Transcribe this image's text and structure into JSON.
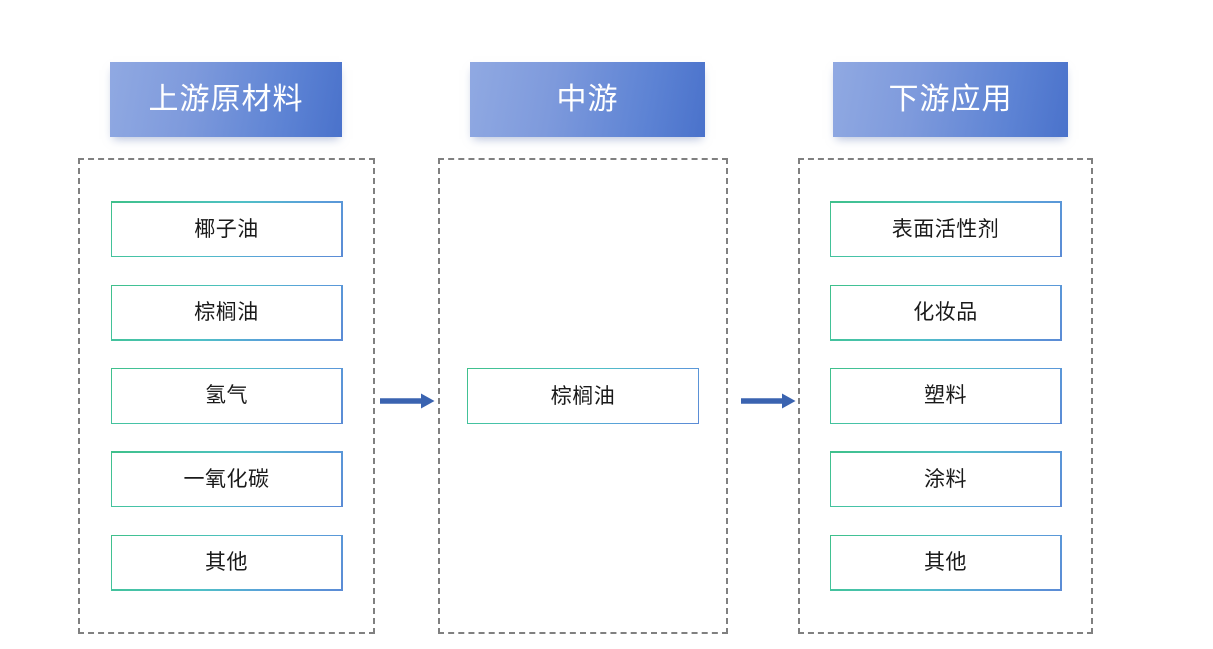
{
  "diagram": {
    "type": "value-chain-flow",
    "title_present": false,
    "accent_colors": {
      "header_gradient_start": "#90a9e2",
      "header_gradient_end": "#4a72cb",
      "box_border_start": "#3fc08b",
      "box_border_end": "#5b8bd5",
      "dashed_border": "#808080",
      "arrow": "#3a63b0",
      "header_text": "#ffffff",
      "item_text": "#1a1a1a"
    },
    "columns": [
      {
        "id": "upstream",
        "header": "上游原材料",
        "items": [
          {
            "label": "椰子油"
          },
          {
            "label": "棕榈油"
          },
          {
            "label": "氢气"
          },
          {
            "label": "一氧化碳"
          },
          {
            "label": "其他"
          }
        ]
      },
      {
        "id": "midstream",
        "header": "中游",
        "items": [
          {
            "label": "棕榈油"
          }
        ]
      },
      {
        "id": "downstream",
        "header": "下游应用",
        "items": [
          {
            "label": "表面活性剂"
          },
          {
            "label": "化妆品"
          },
          {
            "label": "塑料"
          },
          {
            "label": "涂料"
          },
          {
            "label": "其他"
          }
        ]
      }
    ],
    "arrows": [
      {
        "id": "arrow-upstream-to-midstream",
        "direction": "right"
      },
      {
        "id": "arrow-midstream-to-downstream",
        "direction": "right"
      }
    ]
  }
}
